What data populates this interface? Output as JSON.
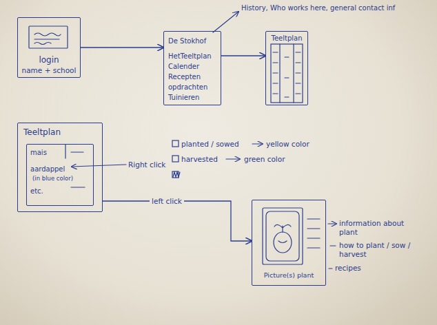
{
  "diagram": {
    "nodes": [
      {
        "text": [
          "login",
          "name + school"
        ]
      },
      {
        "text": [
          "De Stokhof",
          "HetTeeltplan",
          "Calender",
          "Recepten",
          "opdrachten",
          "Tuinieren"
        ]
      },
      {
        "text": [
          "Teeltplan"
        ]
      },
      {
        "text": [
          "Teeltplan"
        ]
      },
      {
        "text": [
          "mais",
          "aardappel",
          "(in blue color)",
          "etc."
        ],
        "in": 3
      },
      {
        "text": [
          "Picture(s) plant"
        ]
      }
    ],
    "edges": [
      {
        "from": 0,
        "to": 1,
        "arrow": "to"
      },
      {
        "from": 1,
        "to": 2,
        "arrow": "to"
      },
      {
        "from": 3,
        "to": 5,
        "label": "left click",
        "arrow": "to"
      }
    ],
    "labels": [
      "History, Who works here, general contact inf",
      "Right click",
      "planted / sowed",
      "yellow color",
      "harvested",
      "green color",
      "information about plant",
      "how to plant / sow / harvest",
      "recipes"
    ]
  }
}
